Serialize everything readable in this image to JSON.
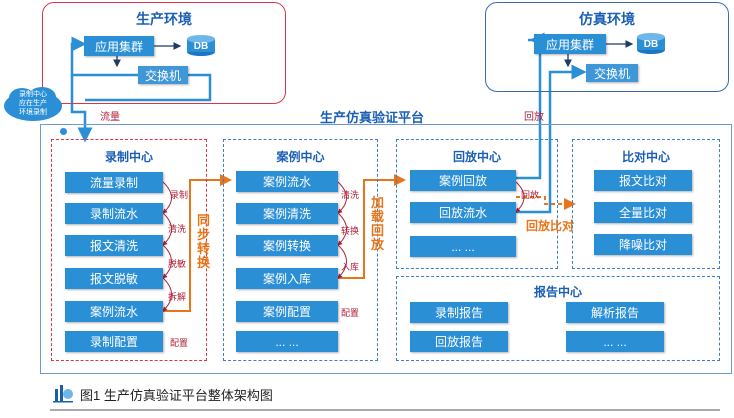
{
  "production": {
    "title": "生产环境",
    "app_cluster": "应用集群",
    "db": "DB",
    "switch": "交换机"
  },
  "simulation": {
    "title": "仿真环境",
    "app_cluster": "应用集群",
    "db": "DB",
    "switch": "交换机"
  },
  "cloud_note": "录制中心\n应在生产\n环境录制",
  "flow_label": "流量",
  "replay_label": "回放",
  "platform_title": "生产仿真验证平台",
  "record_center": {
    "title": "录制中心",
    "items": [
      "流量录制",
      "录制流水",
      "报文清洗",
      "报文脱敏",
      "案例流水",
      "录制配置"
    ],
    "labels": [
      "录制",
      "清洗",
      "脱敏",
      "拆解",
      "配置"
    ]
  },
  "sync_convert": "同步转换",
  "case_center": {
    "title": "案例中心",
    "items": [
      "案例流水",
      "案例清洗",
      "案例转换",
      "案例入库",
      "案例配置",
      "... ..."
    ],
    "labels": [
      "清洗",
      "转换",
      "入库",
      "配置"
    ]
  },
  "load_replay": "加载回放",
  "replay_center": {
    "title": "回放中心",
    "items": [
      "案例回放",
      "回放流水",
      "... ..."
    ],
    "labels": [
      "回放"
    ]
  },
  "replay_compare": "回放比对",
  "compare_center": {
    "title": "比对中心",
    "items": [
      "报文比对",
      "全量比对",
      "降噪比对"
    ]
  },
  "report_center": {
    "title": "报告中心",
    "items": [
      "录制报告",
      "解析报告",
      "回放报告",
      "... ..."
    ]
  },
  "figure_caption": "图1 生产仿真验证平台整体架构图",
  "colors": {
    "production_border": "#d9354a",
    "simulation_border": "#3a6bb0",
    "button": "#2b8fd6",
    "accent_orange": "#e8751a",
    "label_red": "#b0213a",
    "title_blue": "#1a5fb4"
  },
  "icons": {
    "db": "database-icon",
    "cloud": "cloud-icon",
    "logo": "chart-logo-icon"
  }
}
